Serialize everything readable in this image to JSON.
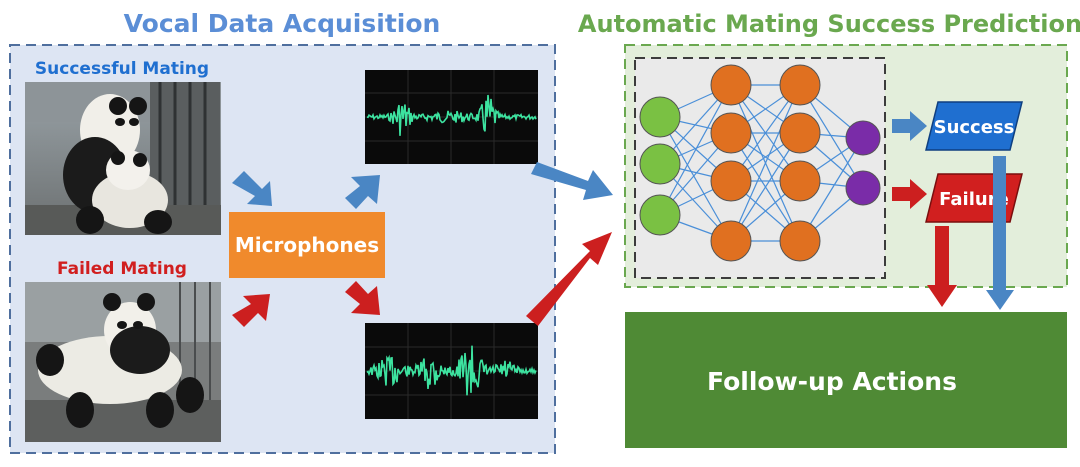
{
  "titles": {
    "left": "Vocal Data Acquisition",
    "right": "Automatic Mating Success Prediction"
  },
  "labels": {
    "successful_mating": "Successful Mating",
    "failed_mating": "Failed Mating",
    "microphones": "Microphones",
    "success": "Success",
    "failure": "Failure",
    "follow_up": "Follow-up Actions"
  },
  "photos": {
    "top": "panda-pair-photo",
    "bottom": "panda-pair-photo"
  },
  "network": {
    "layers": [
      3,
      4,
      4,
      2
    ],
    "colors": [
      "#7ac143",
      "#e07020",
      "#e07020",
      "#7a2ca8"
    ]
  },
  "colors": {
    "blue_title": "#5b8ed6",
    "green_title": "#6aa84f",
    "success_box": "#1f6fd0",
    "failure_box": "#d11f1f",
    "mic_box": "#f08a2c",
    "follow_box": "#4f8a35",
    "blue_arrow": "#4a86c4",
    "red_arrow": "#cc1f1f",
    "waveform": "#3de3a0"
  }
}
